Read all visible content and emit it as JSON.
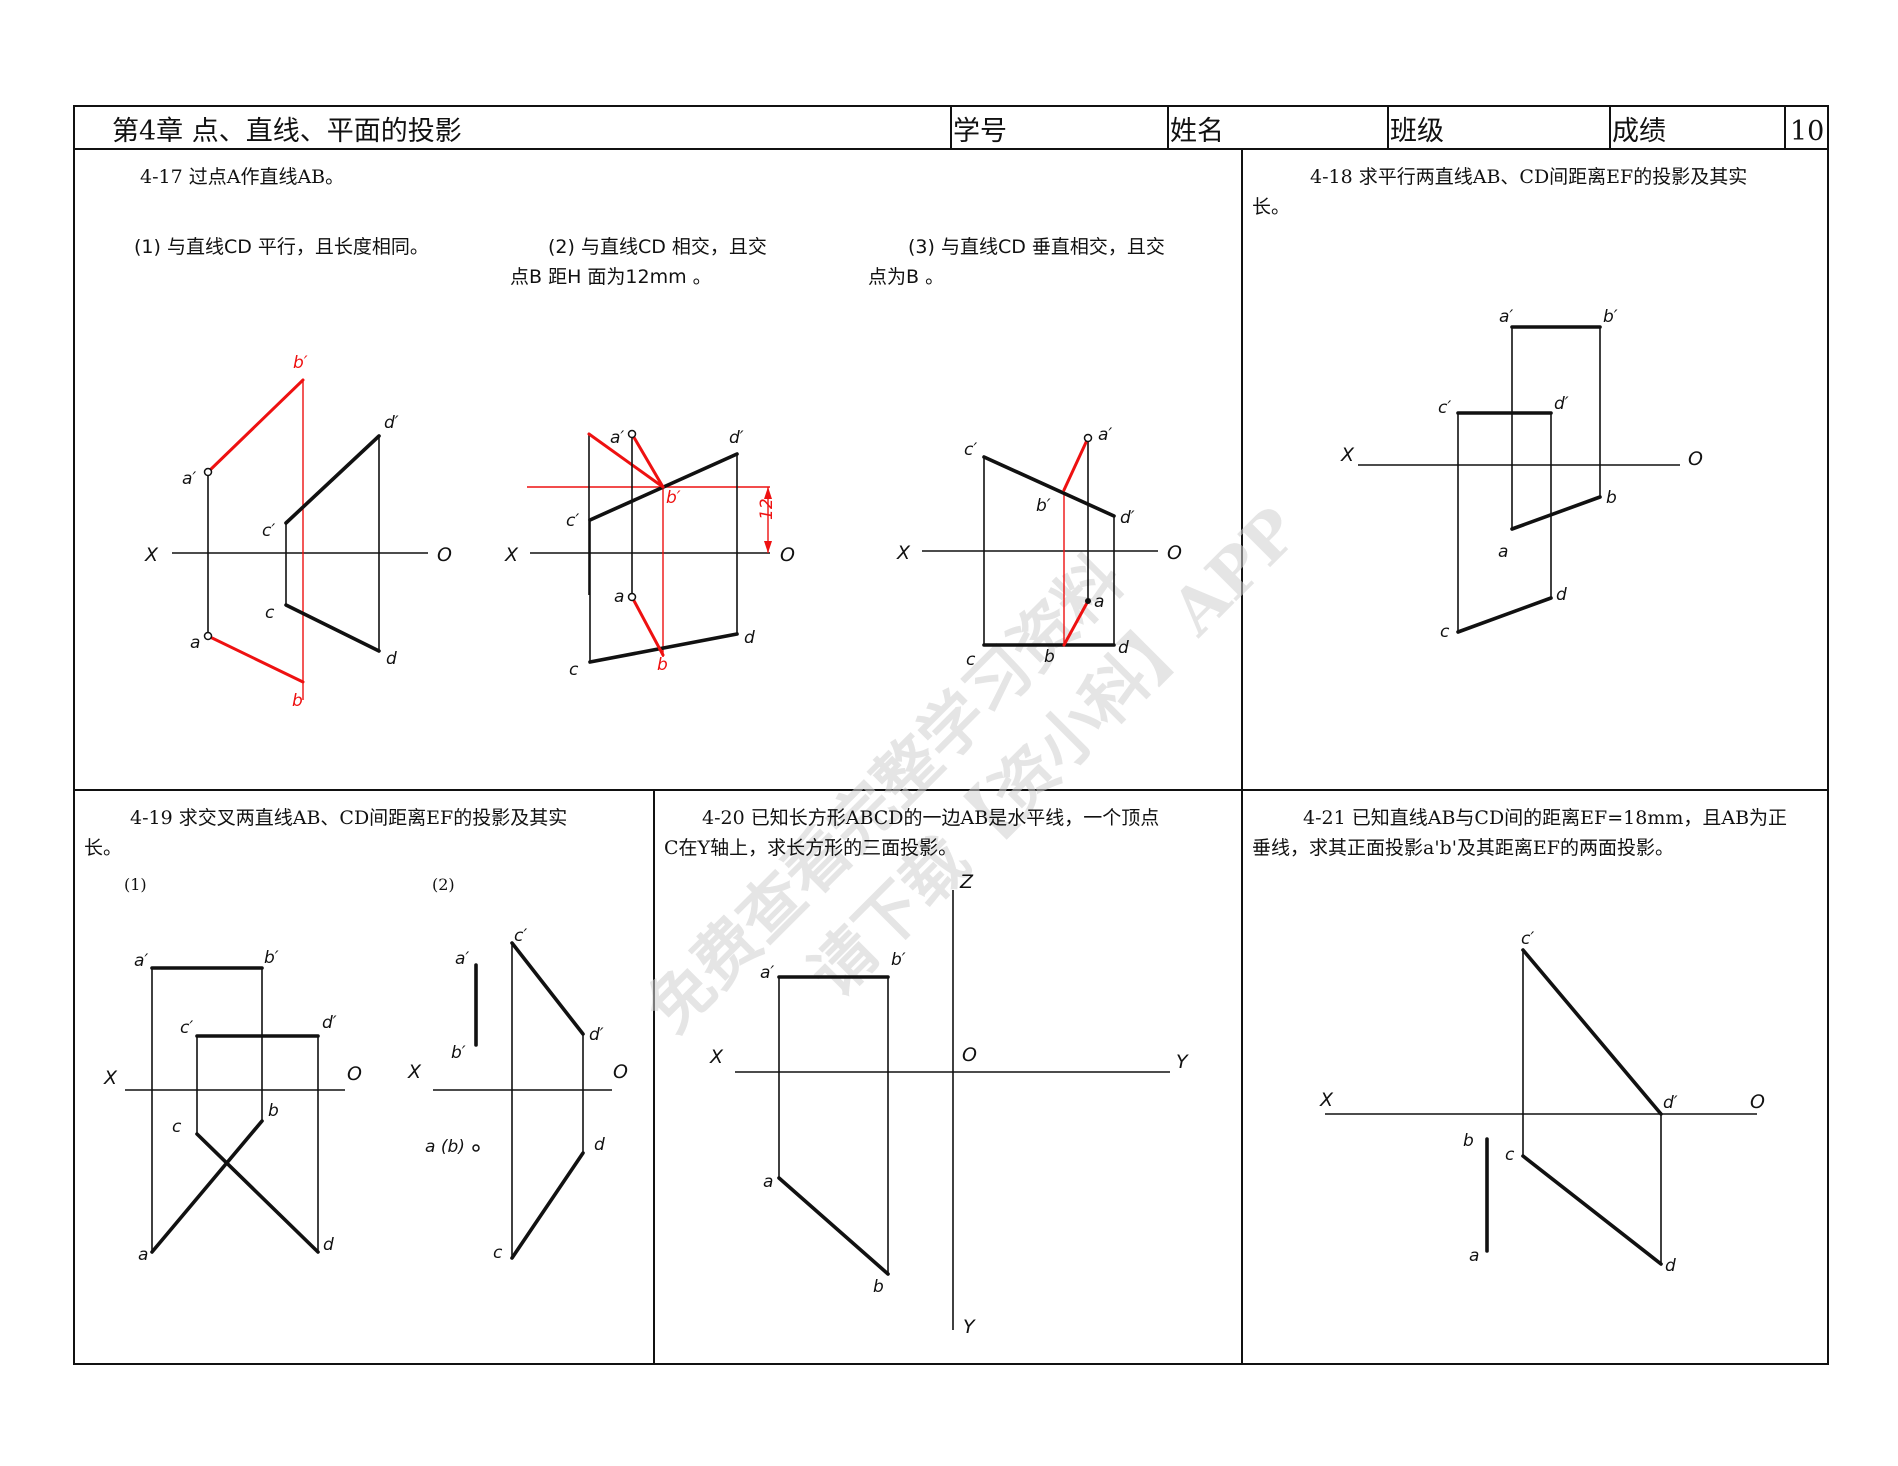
{
  "header": {
    "chapter": "第4章  点、直线、平面的投影",
    "student_id": "学号",
    "name": "姓名",
    "class": "班级",
    "score": "成绩",
    "page": "10"
  },
  "q4_17": {
    "title": "4-17 过点A作直线AB。",
    "sub1": "(1) 与直线CD 平行，且长度相同。",
    "sub2_line1": "(2) 与直线CD 相交，且交",
    "sub2_line2": "点B 距H 面为12mm 。",
    "sub3_line1": "(3) 与直线CD 垂直相交，且交",
    "sub3_line2": "点为B 。",
    "dim_12": "12"
  },
  "q4_18": {
    "title_line1": "4-18 求平行两直线AB、CD间距离EF的投影及其实",
    "title_line2": "长。"
  },
  "q4_19": {
    "title_line1": "4-19 求交叉两直线AB、CD间距离EF的投影及其实",
    "title_line2": "长。",
    "sub1": "(1)",
    "sub2": "(2)"
  },
  "q4_20": {
    "title_line1": "4-20 已知长方形ABCD的一边AB是水平线，一个顶点",
    "title_line2": "C在Y轴上，求长方形的三面投影。"
  },
  "q4_21": {
    "title_line1": "4-21 已知直线AB与CD间的距离EF=18mm，且AB为正",
    "title_line2": "垂线，求其正面投影a'b'及其距离EF的两面投影。"
  },
  "labels": {
    "X": "X",
    "O": "O",
    "Y": "Y",
    "Z": "Z",
    "a1": "a′",
    "b1": "b′",
    "c1": "c′",
    "d1": "d′",
    "a": "a",
    "b": "b",
    "c": "c",
    "d": "d",
    "ab_coincide": "a (b)"
  },
  "watermark": {
    "line1": "免费查看完整学习资料",
    "line2": "请下载【资小科】APP"
  },
  "colors": {
    "answer": "#ee1111",
    "ink": "#111111"
  }
}
